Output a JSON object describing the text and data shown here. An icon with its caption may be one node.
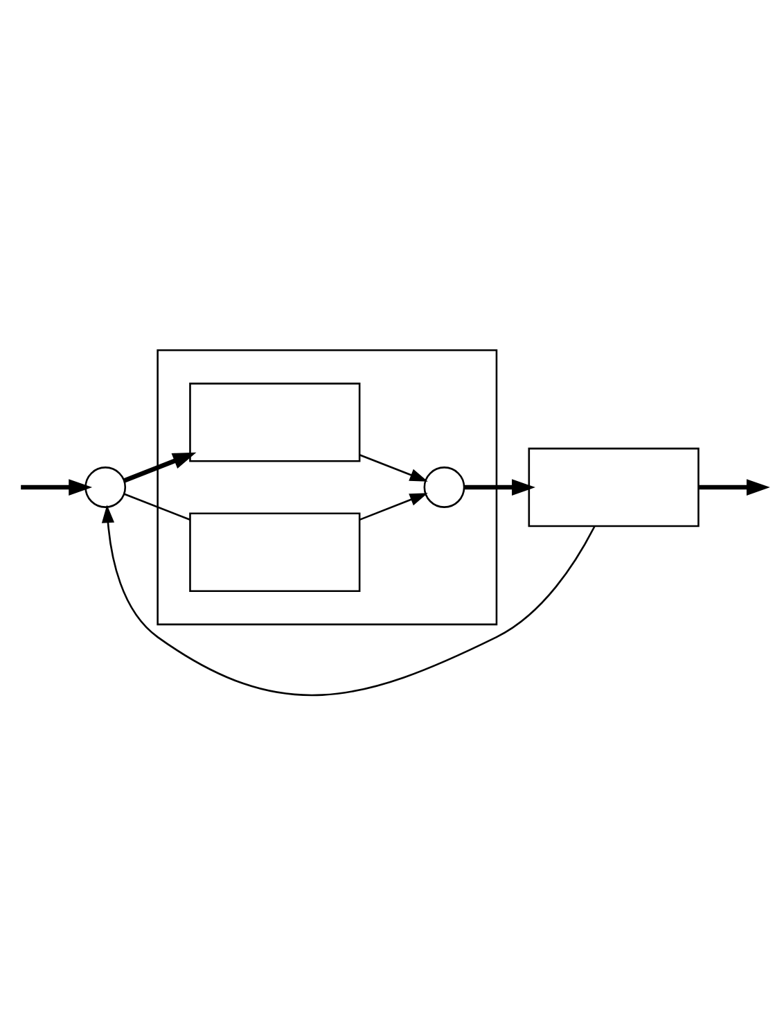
{
  "diagram": {
    "nodes": [
      {
        "text": [],
        "shape": "box"
      },
      {
        "text": [],
        "shape": "circle"
      },
      {
        "text": [],
        "shape": "box",
        "in": 0
      },
      {
        "text": [],
        "shape": "box",
        "in": 0
      },
      {
        "text": [],
        "shape": "circle",
        "in": 0
      },
      {
        "text": [],
        "shape": "box"
      }
    ],
    "edges": [
      {
        "from": null,
        "to": 1,
        "arrow": "to",
        "style": "thick"
      },
      {
        "from": 1,
        "to": 2,
        "arrow": "to",
        "style": "thick"
      },
      {
        "from": 1,
        "to": 3,
        "arrow": "none"
      },
      {
        "from": 2,
        "to": 4,
        "arrow": "to"
      },
      {
        "from": 3,
        "to": 4,
        "arrow": "to"
      },
      {
        "from": 4,
        "to": 5,
        "arrow": "to",
        "style": "thick"
      },
      {
        "from": 5,
        "to": null,
        "arrow": "to",
        "style": "thick"
      },
      {
        "from": 5,
        "to": 1,
        "arrow": "to"
      }
    ]
  }
}
